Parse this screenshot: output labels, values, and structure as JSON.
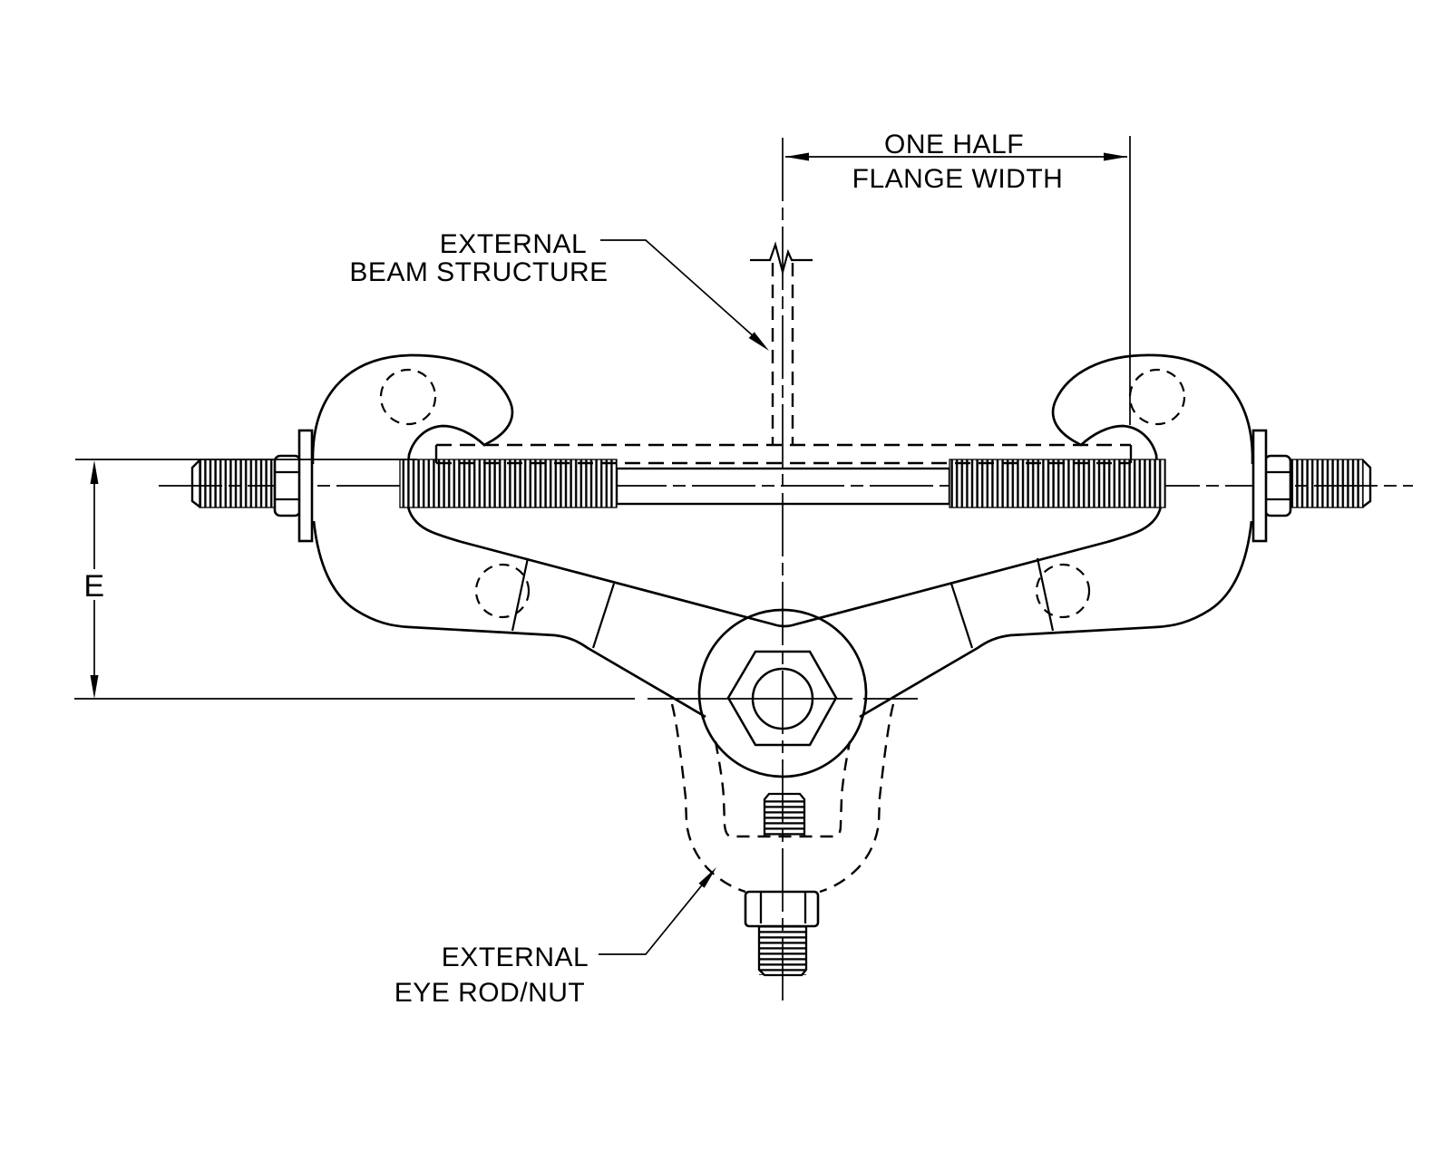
{
  "drawing": {
    "title": "Beam clamp installation detail",
    "colors": {
      "ink": "#000000",
      "paper": "#ffffff"
    },
    "labels": {
      "half_flange": {
        "line1": "ONE HALF",
        "line2": "FLANGE WIDTH"
      },
      "beam_structure": {
        "line1": "EXTERNAL",
        "line2": "BEAM STRUCTURE"
      },
      "eye_rod": {
        "line1": "EXTERNAL",
        "line2": "EYE ROD/NUT"
      },
      "dim_e": "E"
    }
  }
}
